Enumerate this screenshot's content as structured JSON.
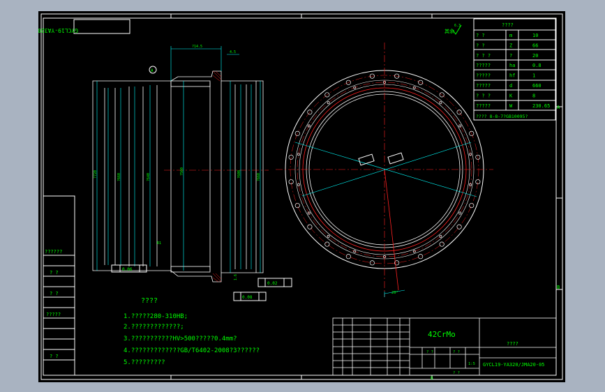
{
  "colors": {
    "paper": "#000000",
    "line": "#ffffff",
    "text": "#00ff00",
    "dim": "#00ffff",
    "center": "#ff2020",
    "background": "#a9b3c1"
  },
  "title_block_rotated": "GYCL19-YA320/JMA20-05",
  "roughness_top": "6.3",
  "roughness_note": "其余",
  "param_table": {
    "title": "????",
    "rows": [
      {
        "name": "? ?",
        "sym": "m",
        "val": "10"
      },
      {
        "name": "? ?",
        "sym": "Z",
        "val": "66"
      },
      {
        "name": "? ? ?",
        "sym": "?",
        "val": "20"
      },
      {
        "name": "?????",
        "sym": "ha",
        "val": "0.8"
      },
      {
        "name": "?????",
        "sym": "hf",
        "val": "1"
      },
      {
        "name": "?????",
        "sym": "d",
        "val": "660"
      },
      {
        "name": "? ? ?",
        "sym": "K",
        "val": "8"
      },
      {
        "name": "?????",
        "sym": "W",
        "val": "230.65"
      }
    ],
    "footer": "???? 8-8-7?GB10095?"
  },
  "notes": {
    "title": "????",
    "lines": [
      "1.?????280-310HB;",
      "2.?????????????;",
      "3.???????????HV>500?????0.4mm?",
      "4.?????????????GB/T6402-2008?3??????",
      "5.?????????"
    ]
  },
  "left_strip": [
    "??????",
    "? ?",
    "? ?",
    "?????",
    "? ?"
  ],
  "title_block": {
    "material": "42CrMo",
    "drawing_no": "GYCL19-YA320/JMA20-05",
    "name": "????",
    "weight_label": "? ?",
    "scale_label": "? ?",
    "scale_val": "?",
    "sheet_label": "1:5",
    "sheets": "? ?"
  },
  "zone_letters": {
    "a": "A",
    "b": "B"
  },
  "dims": {
    "d_top": "?14.5",
    "d_top2": "4.5",
    "d_left": "?720",
    "d_inner": "?660",
    "d_bore": "?640",
    "d_side": "?560",
    "d_right": "?600",
    "r1": "R1",
    "rad": "1.6",
    "tol1": "0.06",
    "tol2": "0.02",
    "tol3": "0.08",
    "flat_tol": "0.08",
    "angle": "20°"
  }
}
